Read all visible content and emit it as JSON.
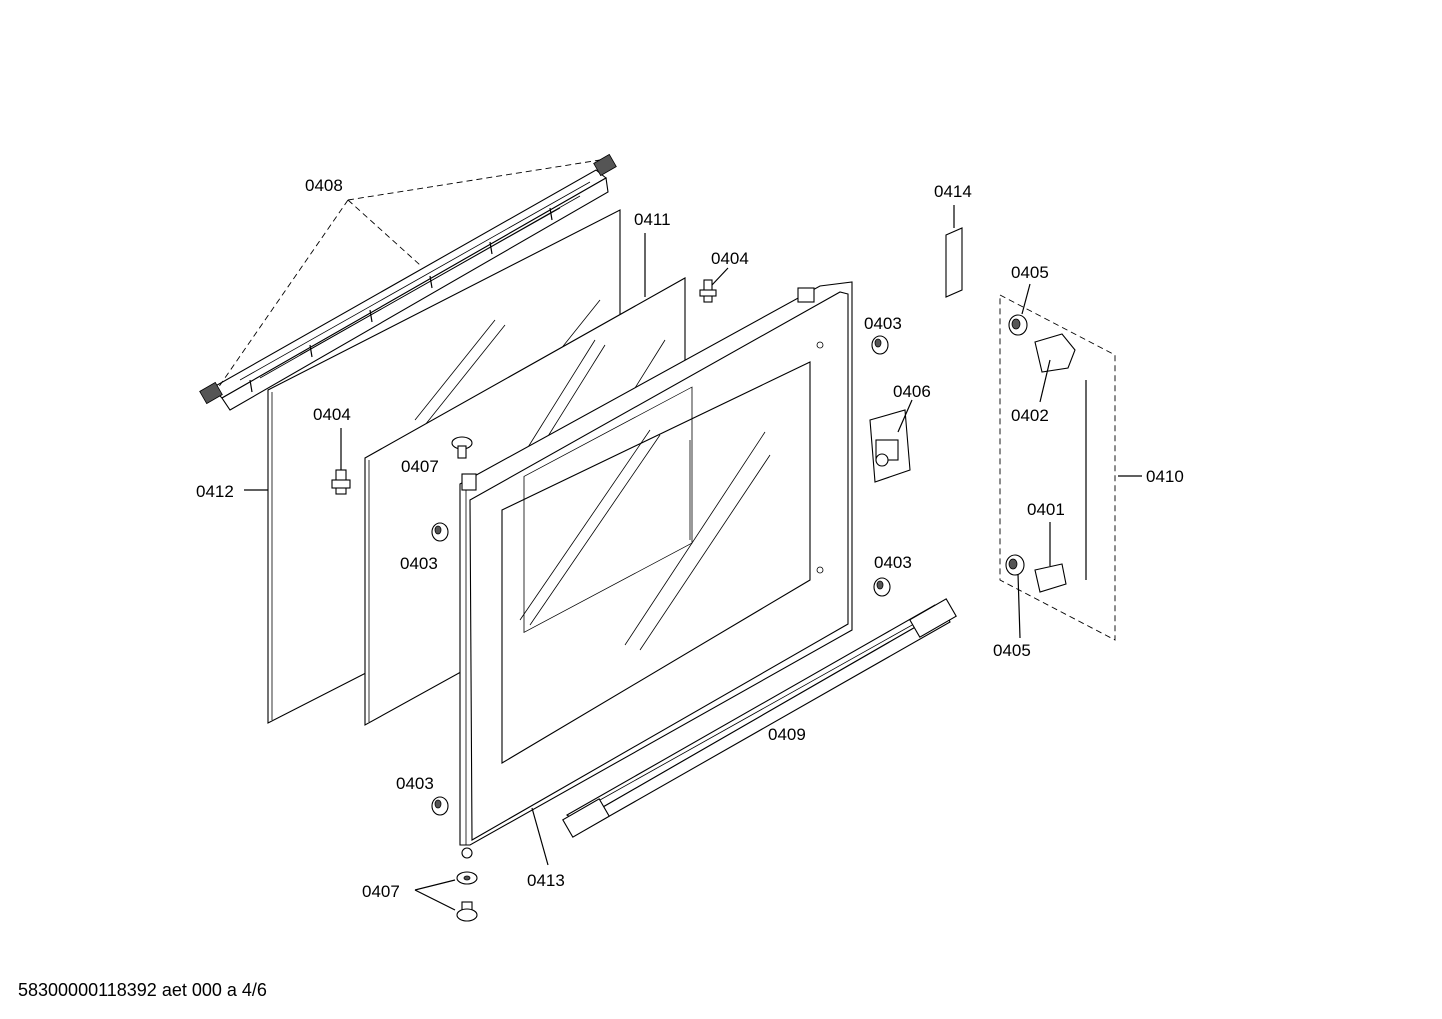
{
  "labels": {
    "l0408": "0408",
    "l0411": "0411",
    "l0404a": "0404",
    "l0414": "0414",
    "l0405a": "0405",
    "l0403a": "0403",
    "l0404b": "0404",
    "l0406": "0406",
    "l0402": "0402",
    "l0407a": "0407",
    "l0412": "0412",
    "l0410": "0410",
    "l0401": "0401",
    "l0403b": "0403",
    "l0403c": "0403",
    "l0405b": "0405",
    "l0409": "0409",
    "l0403d": "0403",
    "l0407b": "0407",
    "l0413": "0413"
  },
  "footer": "58300000118392 aet 000 a 4/6"
}
